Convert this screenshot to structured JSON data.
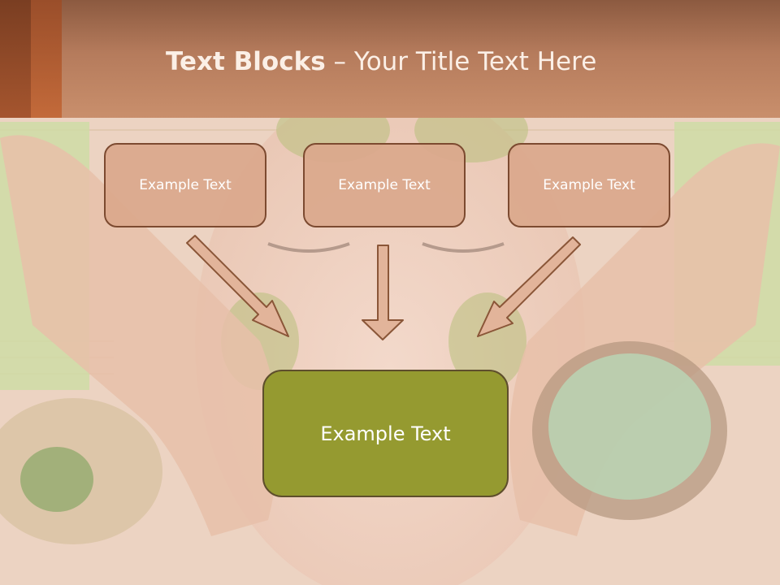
{
  "slide": {
    "title_bold": "Text Blocks",
    "title_dash": " – ",
    "title_rest": "Your Title Text Here"
  },
  "boxes": {
    "left": "Example Text",
    "center": "Example Text",
    "right": "Example Text",
    "bottom": "Example Text"
  },
  "colors": {
    "header": "#c08665",
    "box_fill": "#daa88c",
    "box_border": "#7c4a30",
    "bottom_box_fill": "#959a30",
    "arrow_fill": "#e2b49a"
  },
  "icons": [
    "down-right-arrow-icon",
    "down-arrow-icon",
    "down-left-arrow-icon"
  ]
}
